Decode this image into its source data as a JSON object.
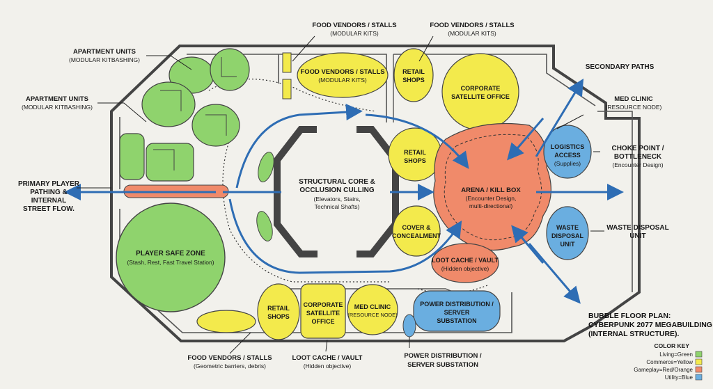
{
  "colors": {
    "living": "#8fd36d",
    "commerce": "#f3ea4c",
    "gameplay": "#f08a6a",
    "utility": "#6aaee0",
    "wall": "#444444",
    "path": "#2e6db4"
  },
  "zones": {
    "food1_title": "FOOD VENDORS / STALLS",
    "food1_sub": "(MODULAR KITS)",
    "retail1": "RETAIL SHOPS",
    "corp1_title": "CORPORATE SATELLITE OFFICE",
    "retail2": "RETAIL SHOPS",
    "core_title": "STRUCTURAL CORE & OCCLUSION CULLING",
    "core_sub": "(Elevators, Stairs, Technical Shafts)",
    "arena_title": "ARENA / KILL BOX",
    "arena_sub": "(Encounter Design, multi-directional)",
    "cover": "COVER & CONCEALMENT",
    "loot_title": "LOOT CACHE / VAULT",
    "loot_sub": "(Hidden objective)",
    "logistics_title": "LOGISTICS ACCESS",
    "logistics_sub": "(Supplies)",
    "waste": "WASTE DISPOSAL UNIT",
    "safe_title": "PLAYER SAFE ZONE",
    "safe_sub": "(Stash, Rest, Fast Travel Station)",
    "retail3": "RETAIL SHOPS",
    "corp2": "CORPORATE SATELLITE OFFICE",
    "med_title": "MED CLINIC",
    "med_sub": "(RESOURCE NODE)",
    "power_title": "POWER DISTRIBUTION / SERVER SUBSTATION"
  },
  "callouts": {
    "apt1_title": "APARTMENT UNITS",
    "apt1_sub": "(MODULAR KITBASHING)",
    "apt2_title": "APARTMENT UNITS",
    "apt2_sub": "(MODULAR KITBASHING)",
    "food_top_title": "FOOD VENDORS / STALLS",
    "food_top_sub": "(MODULAR KITS)",
    "food_top2_title": "FOOD VENDORS / STALLS",
    "food_top2_sub": "(MODULAR KITS)",
    "secondary": "SECONDARY PATHS",
    "medclinic_title": "MED CLINIC",
    "medclinic_sub": "(RESOURCE NODE)",
    "choke_title": "CHOKE POINT / BOTTLENECK",
    "choke_sub": "(Encounter Design)",
    "primary": "PRIMARY PLAYER PATHING & INTERNAL STREET FLOW.",
    "waste": "WASTE DISPOSAL UNIT",
    "food_bottom_title": "FOOD VENDORS / STALLS",
    "food_bottom_sub": "(Geometric barriers, debris)",
    "loot_bottom_title": "LOOT CACHE / VAULT",
    "loot_bottom_sub": "(Hidden objective)",
    "power_bottom_title": "POWER DISTRIBUTION / SERVER SUBSTATION"
  },
  "title": {
    "line1": "BUBBLE FLOOR PLAN:",
    "line2": "CYBERPUNK 2077 MEGABUILDING",
    "line3": "(INTERNAL STRUCTURE)."
  },
  "color_key": {
    "heading": "COLOR KEY",
    "items": [
      {
        "label": "Living=Green",
        "color": "#8fd36d"
      },
      {
        "label": "Commerce=Yellow",
        "color": "#f3ea4c"
      },
      {
        "label": "Gameplay=Red/Orange",
        "color": "#f08a6a"
      },
      {
        "label": "Utility=Blue",
        "color": "#6aaee0"
      }
    ]
  }
}
